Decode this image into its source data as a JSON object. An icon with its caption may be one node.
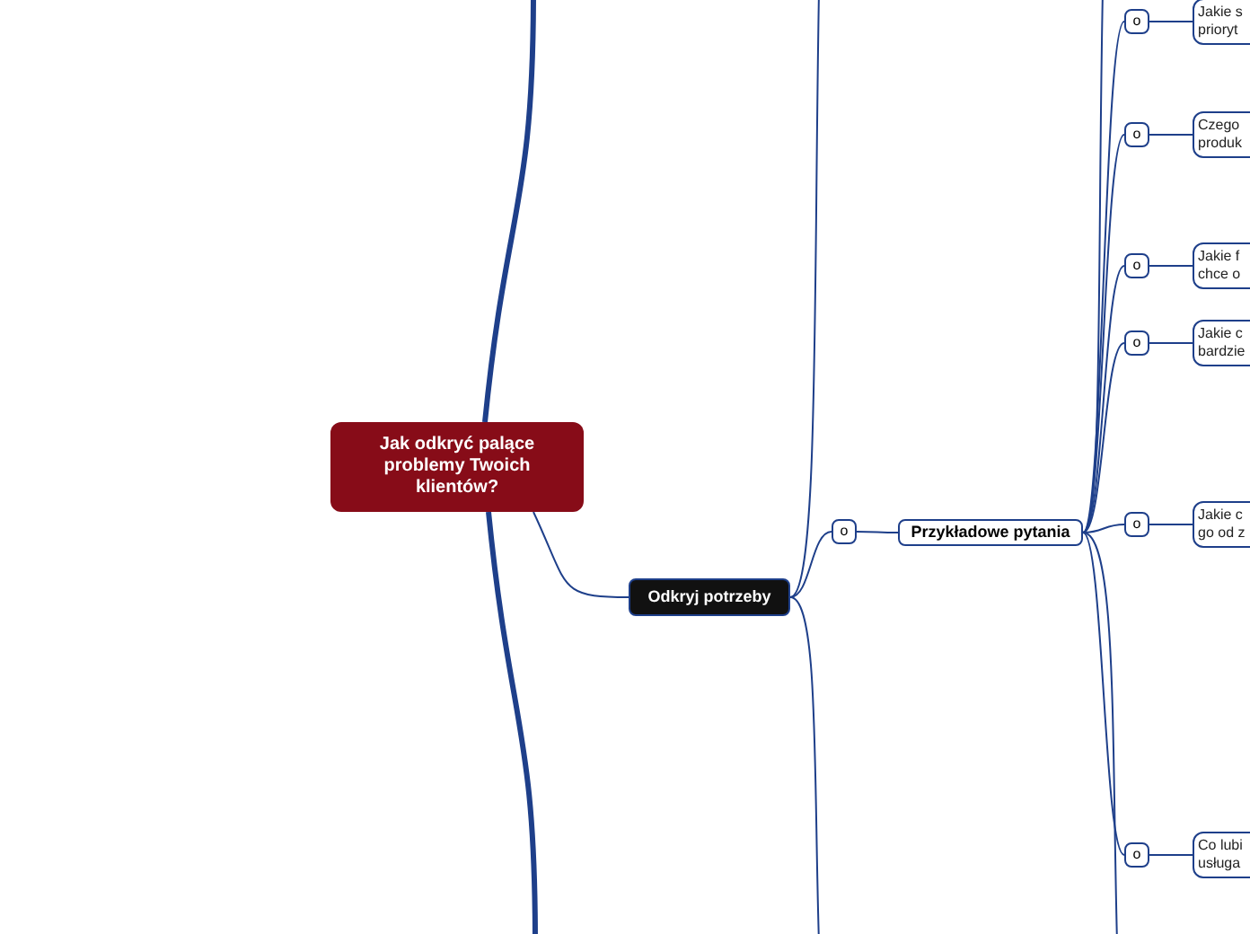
{
  "diagram": {
    "nodes": [
      {
        "text": [
          "Jak odkryć palące problemy Twoich klientów?"
        ]
      },
      {
        "text": [
          "Odkryj potrzeby"
        ]
      },
      {
        "text": [
          "o"
        ]
      },
      {
        "text": [
          "Przykładowe pytania"
        ]
      },
      {
        "text": [
          "o"
        ]
      },
      {
        "text": [
          "Jakie s prioryt"
        ]
      },
      {
        "text": [
          "o"
        ]
      },
      {
        "text": [
          "Czego produk"
        ]
      },
      {
        "text": [
          "o"
        ]
      },
      {
        "text": [
          "Jakie f chce o"
        ]
      },
      {
        "text": [
          "o"
        ]
      },
      {
        "text": [
          "Jakie c bardzie"
        ]
      },
      {
        "text": [
          "o"
        ]
      },
      {
        "text": [
          "Jakie c go od z"
        ]
      },
      {
        "text": [
          "o"
        ]
      },
      {
        "text": [
          "Co lubi usługa"
        ]
      }
    ],
    "edges": [
      {
        "from": null,
        "to": 0,
        "arrow": "none",
        "style": "thick"
      },
      {
        "from": 0,
        "to": null,
        "arrow": "none",
        "style": "thick"
      },
      {
        "from": 0,
        "to": 1,
        "arrow": "none"
      },
      {
        "from": 1,
        "to": null,
        "arrow": "none"
      },
      {
        "from": 1,
        "to": null,
        "arrow": "none"
      },
      {
        "from": 1,
        "to": 2,
        "arrow": "none"
      },
      {
        "from": 2,
        "to": 3,
        "arrow": "none"
      },
      {
        "from": 3,
        "to": null,
        "arrow": "none"
      },
      {
        "from": 3,
        "to": null,
        "arrow": "none"
      },
      {
        "from": 3,
        "to": 4,
        "arrow": "none"
      },
      {
        "from": 4,
        "to": 5,
        "arrow": "none"
      },
      {
        "from": 3,
        "to": 6,
        "arrow": "none"
      },
      {
        "from": 6,
        "to": 7,
        "arrow": "none"
      },
      {
        "from": 3,
        "to": 8,
        "arrow": "none"
      },
      {
        "from": 8,
        "to": 9,
        "arrow": "none"
      },
      {
        "from": 3,
        "to": 10,
        "arrow": "none"
      },
      {
        "from": 10,
        "to": 11,
        "arrow": "none"
      },
      {
        "from": 3,
        "to": 12,
        "arrow": "none"
      },
      {
        "from": 12,
        "to": 13,
        "arrow": "none"
      },
      {
        "from": 3,
        "to": 14,
        "arrow": "none"
      },
      {
        "from": 14,
        "to": 15,
        "arrow": "none"
      }
    ]
  }
}
